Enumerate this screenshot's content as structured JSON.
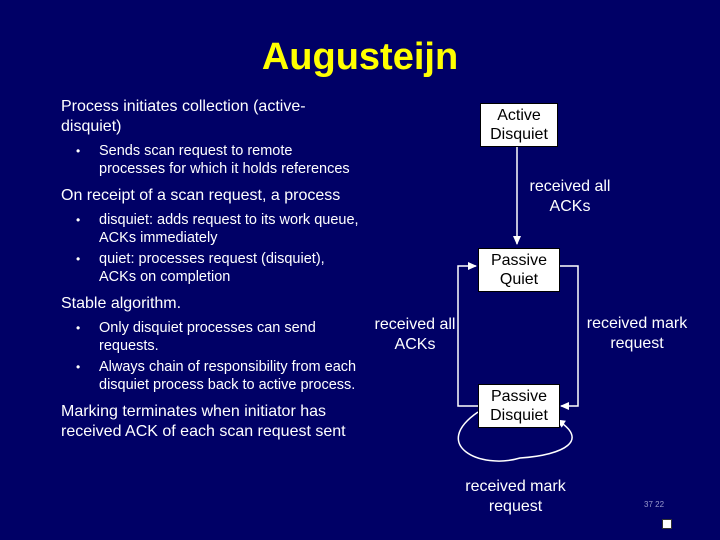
{
  "slide": {
    "title": "Augusteijn",
    "left": {
      "p1": "Process initiates collection (active-disquiet)",
      "p1_bullets": [
        "Sends scan request to remote processes for which it holds references"
      ],
      "p2": "On receipt of a scan request, a process",
      "p2_bullets": [
        "disquiet: adds request to its work queue, ACKs immediately",
        "quiet: processes request (disquiet), ACKs on completion"
      ],
      "p3": "Stable algorithm.",
      "p3_bullets": [
        " Only disquiet processes can send requests.",
        "Always chain of responsibility from each disquiet process back to active process."
      ],
      "p4": "Marking terminates when initiator has received ACK of each scan request sent",
      "bullet_glyph": "•"
    },
    "diagram": {
      "box_active": "Active Disquiet",
      "box_passive_quiet": "Passive Quiet",
      "box_passive_disquiet": "Passive Disquiet",
      "label_top": "received all ACKs",
      "label_left": "received all ACKs",
      "label_right": "received mark request",
      "label_bottom": "received mark request"
    },
    "colors": {
      "background": "#000066",
      "title": "#ffff00",
      "text": "#ffffff",
      "box": "#ffffff"
    },
    "corner_text": "37  22"
  }
}
